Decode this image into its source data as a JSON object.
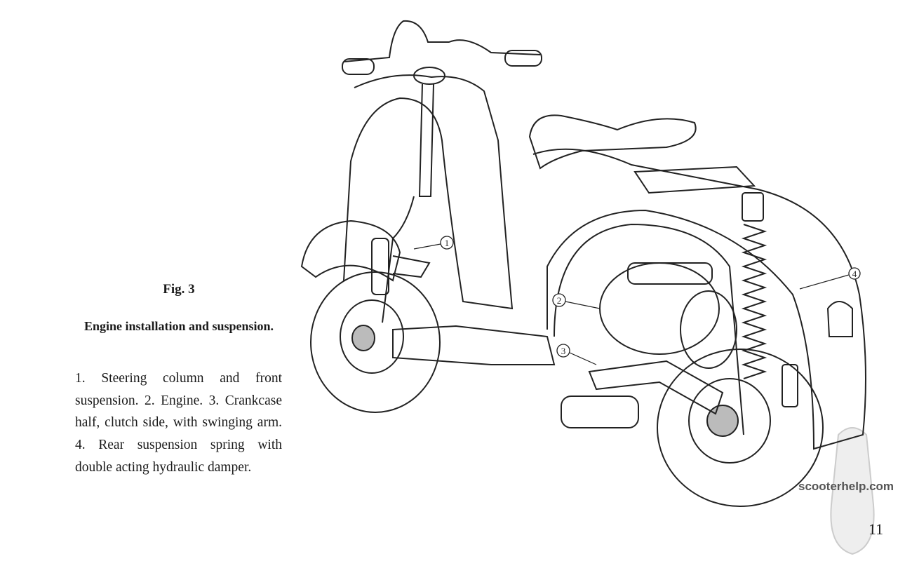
{
  "figure": {
    "label": "Fig. 3",
    "title": "Engine installation and suspension.",
    "caption": "1. Steering column and front suspension. 2. Engine. 3. Crankcase half, clutch side, with swinging arm. 4. Rear suspension spring with double acting hydraulic damper.",
    "callouts": [
      "1",
      "2",
      "3",
      "4"
    ]
  },
  "watermark": "scooterhelp.com",
  "page_number": "11"
}
